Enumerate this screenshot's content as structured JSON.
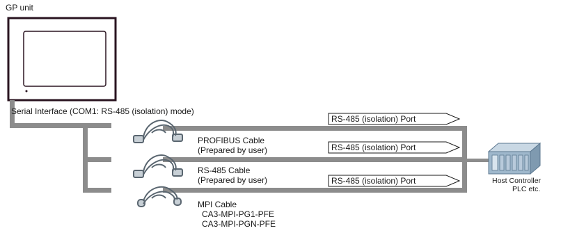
{
  "gp_unit": {
    "title": "GP unit"
  },
  "serial_interface_label": "Serial Interface (COM1: RS-485 (isolation) mode)",
  "ports": [
    {
      "label": "RS-485 (isolation) Port"
    },
    {
      "label": "RS-485 (isolation) Port"
    },
    {
      "label": "RS-485 (isolation) Port"
    }
  ],
  "cables": [
    {
      "name": "PROFIBUS Cable",
      "note": "(Prepared by user)",
      "icon": "db9-cable-icon"
    },
    {
      "name": "RS-485 Cable",
      "note": "(Prepared by user)",
      "icon": "db9-cable-icon"
    },
    {
      "name": "MPI Cable",
      "models": [
        "CA3-MPI-PG1-PFE",
        "CA3-MPI-PGN-PFE"
      ],
      "icon": "mini-din-cable-icon"
    }
  ],
  "host": {
    "line1": "Host Controller",
    "line2": "PLC etc."
  },
  "colors": {
    "bus": "#8c8c8c",
    "frame": "#2a1420",
    "cable": "#5a6670",
    "plc": "#9fb8cc"
  }
}
